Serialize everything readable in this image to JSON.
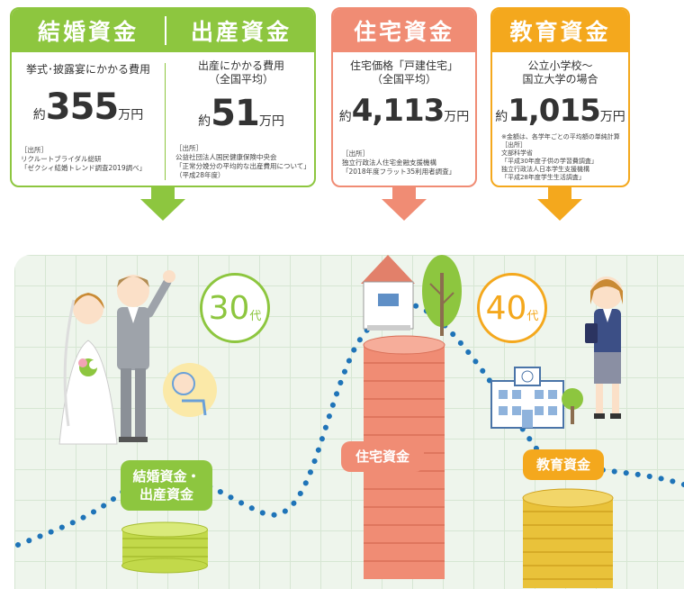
{
  "cards": [
    {
      "title": "結婚資金",
      "condition": "挙式･披露宴にかかる費用",
      "prefix": "約",
      "amount": "355",
      "unit": "万円",
      "source": [
        "［出所］",
        "リクルートブライダル総研",
        "「ゼクシィ結婚トレンド調査2019調べ」"
      ]
    },
    {
      "title": "出産資金",
      "condition": "出産にかかる費用",
      "condition2": "（全国平均）",
      "prefix": "約",
      "amount": "51",
      "unit": "万円",
      "source": [
        "［出所］",
        "公益社団法人国民健康保険中央会",
        "「正常分娩分の平均的な出産費用について」",
        "（平成28年度）"
      ]
    },
    {
      "title": "住宅資金",
      "condition": "住宅価格「戸建住宅」",
      "condition2": "（全国平均）",
      "prefix": "約",
      "amount": "4,113",
      "unit": "万円",
      "source": [
        "［出所］",
        "独立行政法人住宅金融支援機構",
        "「2018年度フラット35利用者調査」"
      ]
    },
    {
      "title": "教育資金",
      "condition": "公立小学校～",
      "condition2": "国立大学の場合",
      "prefix": "約",
      "amount": "1,015",
      "unit": "万円",
      "source": [
        "※金額は、各学年ごとの平均額の単純計算",
        "［出所］",
        "文部科学省",
        "「平成30年度子供の学習費調査」",
        "独立行政法人日本学生支援機構",
        "「平成28年度学生生活調査」"
      ]
    }
  ],
  "graph": {
    "decades": [
      {
        "number": "30",
        "suffix": "代"
      },
      {
        "number": "40",
        "suffix": "代"
      }
    ],
    "labels": {
      "marriage_line1": "結婚資金・",
      "marriage_line2": "出産資金",
      "housing": "住宅資金",
      "education": "教育資金"
    }
  },
  "colors": {
    "green": "#8dc63f",
    "salmon": "#f08c74",
    "orange": "#f4a81d",
    "gold": "#e9c23a"
  }
}
